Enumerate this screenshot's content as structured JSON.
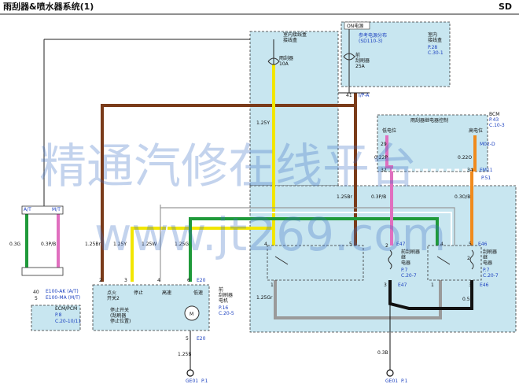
{
  "header": {
    "title": "雨刮器&喷水器系统(1)",
    "code": "SD"
  },
  "watermark": {
    "line1": "精通汽修在线平台",
    "line2": "www.jt269.com"
  },
  "top": {
    "fusebox_label": [
      "室内接线盒",
      "接线盒"
    ],
    "on_power": "ON电源",
    "power_dist": [
      "参考电源分布",
      "(SD110-3)"
    ],
    "indoor_box": [
      "室内",
      "接线盒"
    ],
    "indoor_ref": [
      "P.28",
      "C.30-1"
    ],
    "fuse_front_name": [
      "前",
      "刮刷器",
      "25A"
    ],
    "fuse_rear_name": [
      "雨刮器",
      "10A"
    ],
    "pin_41": "41",
    "conn_ip": "I/P-A"
  },
  "bcm": {
    "label": "BCM",
    "ref": [
      "P.43",
      "C.10-3"
    ],
    "ctrl_title": "雨刮器继电器控制",
    "low": "低电位",
    "high": "高电位",
    "pin_29": "29",
    "pin_32": "32",
    "pin_24": "24",
    "pin_34": "34",
    "conn_m02": "M02-D",
    "conn_em11": "EM11",
    "em11_ref": "P.51"
  },
  "wires": {
    "w_03g": "0.3G",
    "w_03pb": "0.3P/B",
    "w_125br_left": "1.25Br",
    "w_125y_v": "1.25Y",
    "w_125y_h": "1.25Y",
    "w_125w": "1.25W",
    "w_125g": "1.25G",
    "w_125br_r": "1.25Br",
    "w_022p": "0.22P",
    "w_022o": "0.22O",
    "w_03pb_r": "0.3P/B",
    "w_03ob": "0.3O/B",
    "w_125gr": "1.25Gr",
    "w_05b": "0.5B",
    "w_03b": "0.3B",
    "w_125b": "1.25B"
  },
  "left": {
    "at": "A/T",
    "mt": "M/T",
    "pin_40": "40",
    "pin_5": "5",
    "e100": [
      "E100-AK (A/T)",
      "E100-MA (M/T)"
    ],
    "ecm": "ECM/PCM",
    "ecm_ref": [
      "P.8",
      "C.20-10/11"
    ]
  },
  "motor": {
    "pins": [
      "2",
      "3",
      "4",
      "6"
    ],
    "conn": "E20",
    "label": "前",
    "label2": [
      "刮刷器",
      "电机"
    ],
    "ref": [
      "P.16",
      "C.20-5"
    ],
    "sw_mist": [
      "点火",
      "开关2"
    ],
    "sw_stop": "停止",
    "sw_high": "高速",
    "sw_low": "低速",
    "park_sw": [
      "停止开关",
      "(刮刷器",
      "停止位置)"
    ],
    "m": "M",
    "bottom_pin": "5",
    "bottom_conn": "E20",
    "ground": "GE01",
    "ground_ref": "P.1"
  },
  "relays": {
    "r1": [
      "前刮刷器",
      "继",
      "电器"
    ],
    "r1_ref": [
      "P.7",
      "C.20-7"
    ],
    "r1_conn": "E47",
    "r2": [
      "刮刷器",
      "继",
      "电器"
    ],
    "r2_ref": [
      "P.7",
      "C.20-7"
    ],
    "r2_conn": "E46",
    "r1_pin_tl": "4",
    "r1_pin_tr": "5",
    "r1_pin_bl": "1",
    "r1_pin_b3": "3",
    "r2_pin_tl": "4",
    "r2_pin_tr": "5",
    "r2_pin_bl": "1",
    "r2_pin_br": "3",
    "r1_pin_2": "2",
    "r2_pin_2": "2",
    "ground": "GE01",
    "ground_ref": "P.1"
  }
}
